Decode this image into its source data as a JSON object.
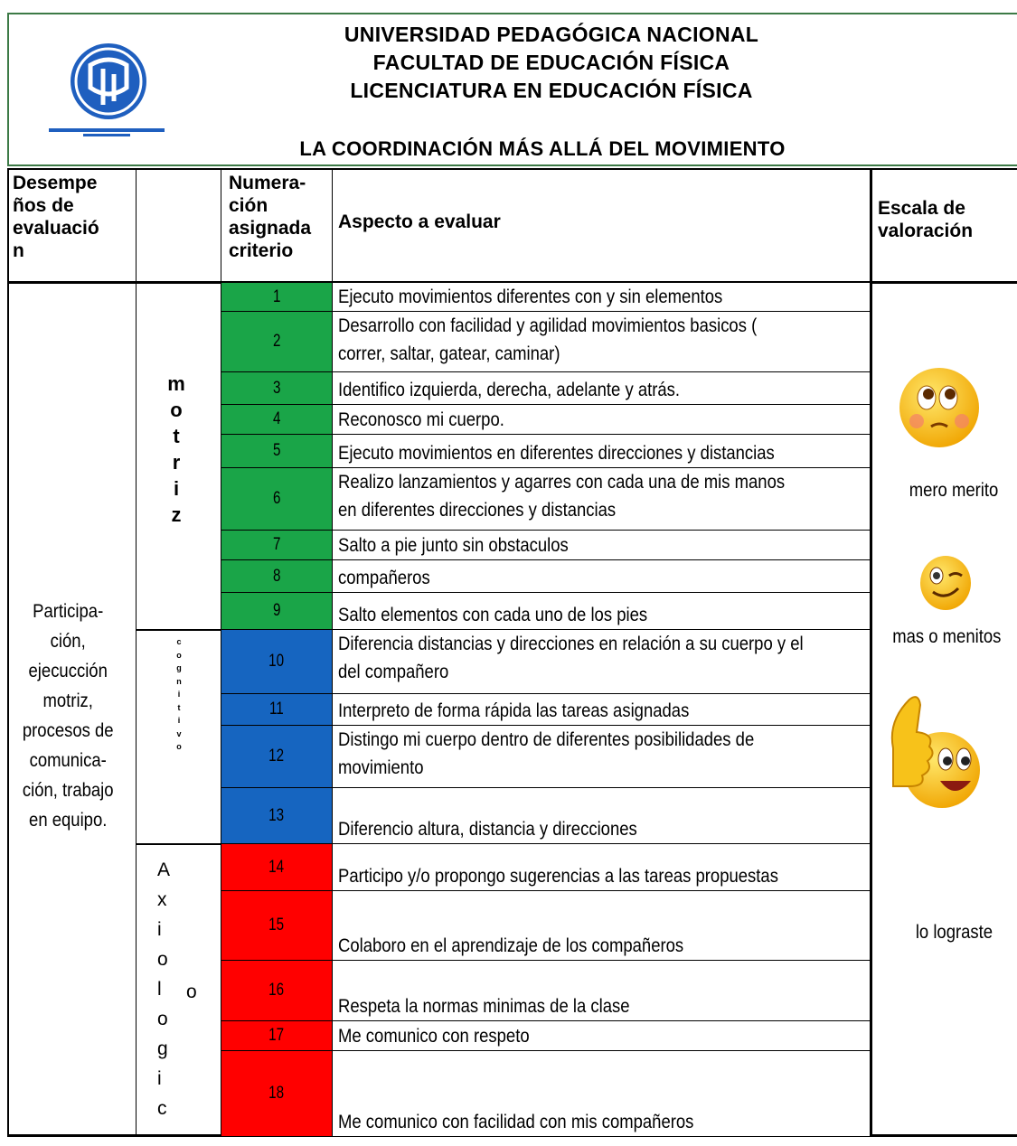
{
  "header": {
    "line1": "UNIVERSIDAD PEDAGÓGICA NACIONAL",
    "line2": "FACULTAD DE EDUCACIÓN FÍSICA",
    "line3": "LICENCIATURA EN EDUCACIÓN FÍSICA",
    "subtitle": "LA COORDINACIÓN MÁS ALLÁ DEL MOVIMIENTO"
  },
  "columns": {
    "desempenos": "Desempe\nños de\nevaluació\nn",
    "numeracion": "Numera-\nción\nasignada\ncriterio",
    "aspecto": "Aspecto a evaluar",
    "escala": "Escala de\nvaloración"
  },
  "participacion": "Participa-\nción,\nejecucción\nmotriz,\nprocesos de\ncomunica-\nción, trabajo\nen equipo.",
  "dimensions": {
    "motriz": [
      "m",
      "o",
      "t",
      "r",
      "i",
      "z"
    ],
    "cognitivo": [
      "c",
      "o",
      "g",
      "n",
      "i",
      "t",
      "i",
      "v",
      "o"
    ],
    "axiologico": [
      "A",
      "x",
      "i",
      "o",
      "l",
      "o",
      "g",
      "i",
      "c"
    ],
    "axiologico_extra": "o"
  },
  "criteria": [
    {
      "num": "1",
      "text": "Ejecuto movimientos diferentes con y sin elementos",
      "color": "#1aa548"
    },
    {
      "num": "2",
      "text": "Desarrollo con facilidad y agilidad movimientos basicos ( correr, saltar, gatear, caminar)",
      "color": "#1aa548"
    },
    {
      "num": "3",
      "text": "Identifico izquierda, derecha, adelante y atrás.",
      "color": "#1aa548"
    },
    {
      "num": "4",
      "text": "Reconosco mi cuerpo.",
      "color": "#1aa548"
    },
    {
      "num": "5",
      "text": "Ejecuto movimientos en diferentes direcciones y distancias",
      "color": "#1aa548"
    },
    {
      "num": "6",
      "text": "Realizo lanzamientos y agarres con cada una de mis manos en diferentes direcciones y distancias",
      "color": "#1aa548"
    },
    {
      "num": "7",
      "text": "Salto  a pie junto sin  obstaculos",
      "color": "#1aa548"
    },
    {
      "num": "8",
      "text": "compañeros",
      "color": "#1aa548"
    },
    {
      "num": "9",
      "text": "Salto elementos con cada uno de los pies",
      "color": "#1aa548"
    },
    {
      "num": "10",
      "text": "Diferencia distancias y direcciones en relación a su cuerpo y el del compañero",
      "color": "#1665c0"
    },
    {
      "num": "11",
      "text": "Interpreto de forma rápida las tareas asignadas",
      "color": "#1665c0"
    },
    {
      "num": "12",
      "text": "Distingo mi cuerpo dentro  de diferentes posibilidades de movimiento",
      "color": "#1665c0"
    },
    {
      "num": "13",
      "text": "Diferencio altura, distancia y direcciones",
      "color": "#1665c0"
    },
    {
      "num": "14",
      "text": "Participo y/o propongo sugerencias a las tareas propuestas",
      "color": "#ff0000"
    },
    {
      "num": "15",
      "text": "Colaboro en el aprendizaje de los compañeros",
      "color": "#ff0000"
    },
    {
      "num": "16",
      "text": "Respeta la normas minimas de la clase",
      "color": "#ff0000"
    },
    {
      "num": "17",
      "text": "Me comunico con respeto",
      "color": "#ff0000"
    },
    {
      "num": "18",
      "text": "Me comunico con facilidad con mis compañeros",
      "color": "#ff0000"
    }
  ],
  "scale": {
    "level1": "mero merito",
    "level2": "mas o menitos",
    "level3": "lo lograste"
  },
  "icons": [
    "university-logo",
    "worried-emoji",
    "winking-emoji",
    "thumbs-up-emoji"
  ]
}
